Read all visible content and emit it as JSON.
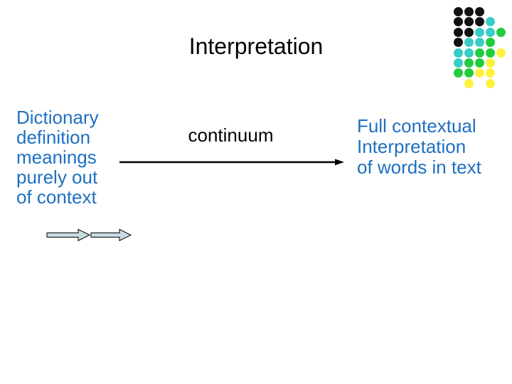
{
  "slide": {
    "title": "Interpretation",
    "left_text": {
      "lines": [
        "Dictionary",
        "definition",
        "meanings",
        "purely out",
        "of context"
      ]
    },
    "center_label": "continuum",
    "right_text": {
      "lines": [
        "Full contextual",
        "Interpretation",
        "of words in text"
      ]
    }
  },
  "colors": {
    "background": "#FFFFFF",
    "text_black": "#000000",
    "text_blue": "#1E70C1",
    "continuum_arrow": "#000000",
    "block_arrow_fill": "#C9DCE3",
    "block_arrow_outline": "#000000"
  },
  "logo": {
    "colors": {
      "black": "#111111",
      "teal": "#38CDC7",
      "green": "#21CC3F",
      "yellow": "#FFF13F"
    },
    "grid": [
      [
        "black",
        "black",
        "black",
        null,
        null
      ],
      [
        "black",
        "black",
        "black",
        "teal",
        null
      ],
      [
        "black",
        "black",
        "teal",
        "teal",
        "green"
      ],
      [
        "black",
        "teal",
        "teal",
        "green",
        null
      ],
      [
        "teal",
        "teal",
        "green",
        "green",
        "yellow"
      ],
      [
        "teal",
        "green",
        "green",
        "yellow",
        null
      ],
      [
        "green",
        "green",
        "yellow",
        "yellow",
        null
      ],
      [
        null,
        "yellow",
        null,
        "yellow",
        null
      ]
    ]
  }
}
